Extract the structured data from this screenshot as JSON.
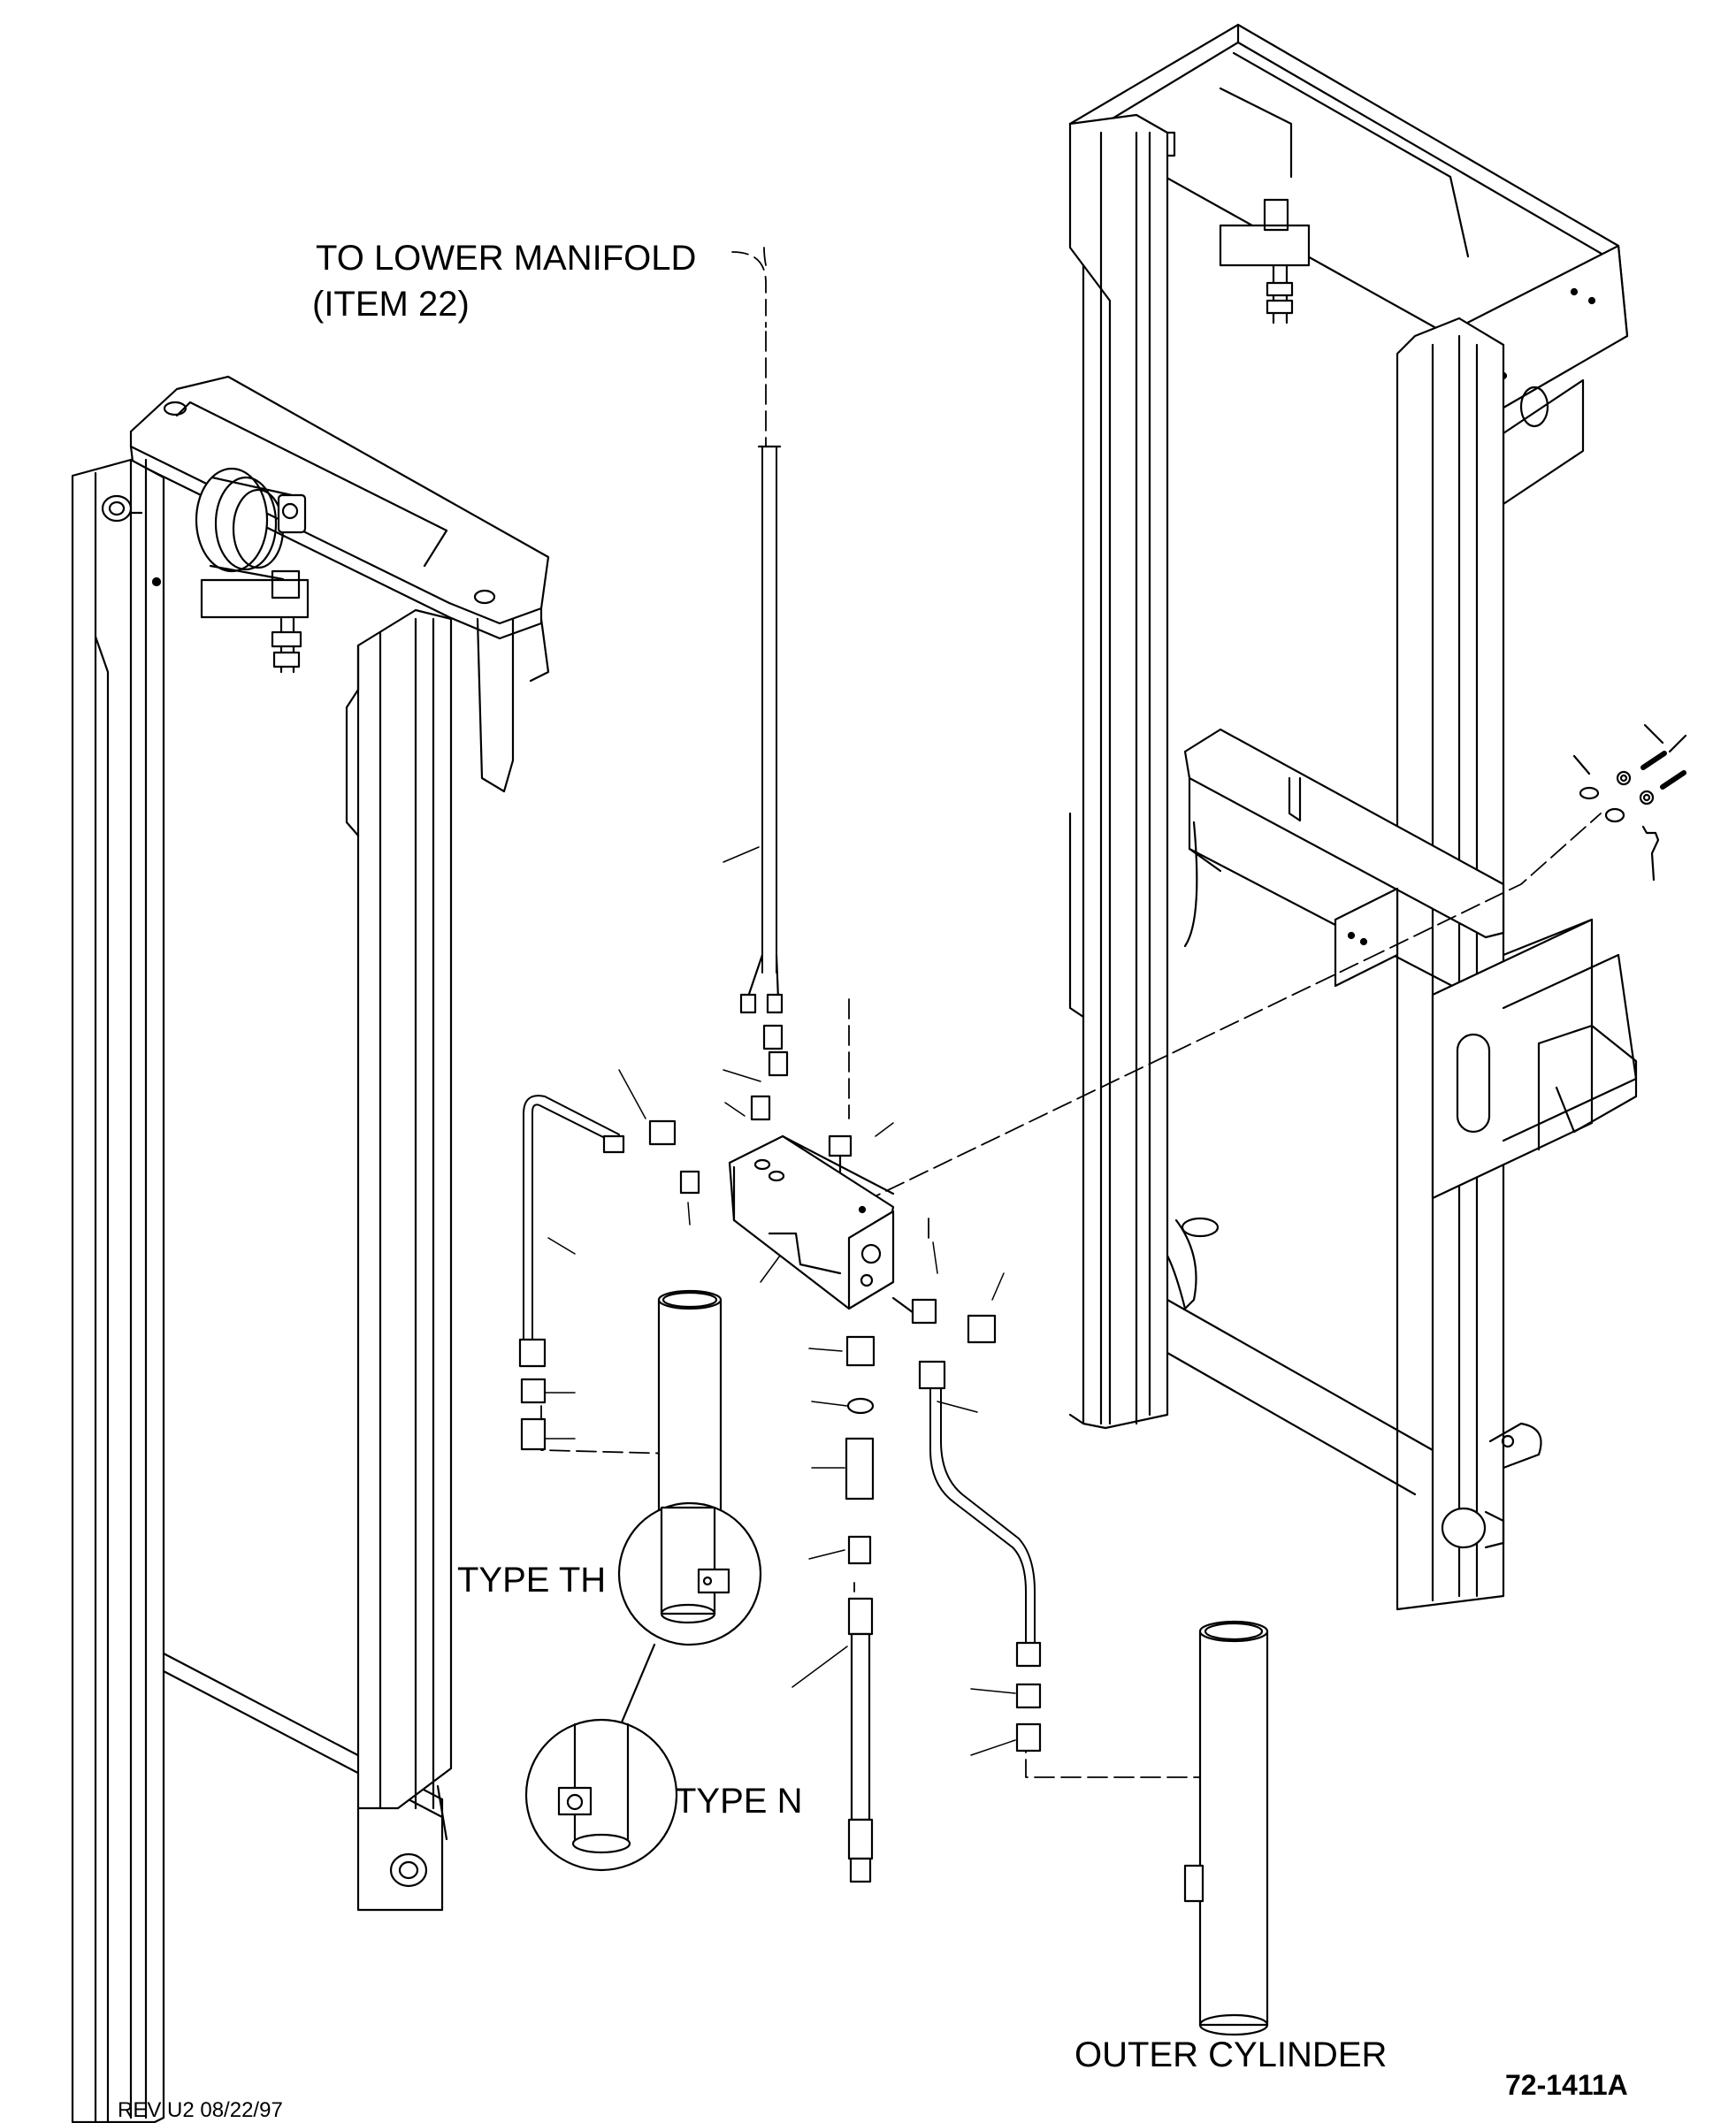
{
  "callouts": {
    "to_lower_manifold_line1": "TO LOWER MANIFOLD",
    "to_lower_manifold_line2": "(ITEM 22)",
    "type_th": "TYPE TH",
    "type_n": "TYPE N",
    "outer_cylinder": "OUTER CYLINDER"
  },
  "drawing_number": "72-1411A",
  "revision": "REV U2 08/22/97"
}
